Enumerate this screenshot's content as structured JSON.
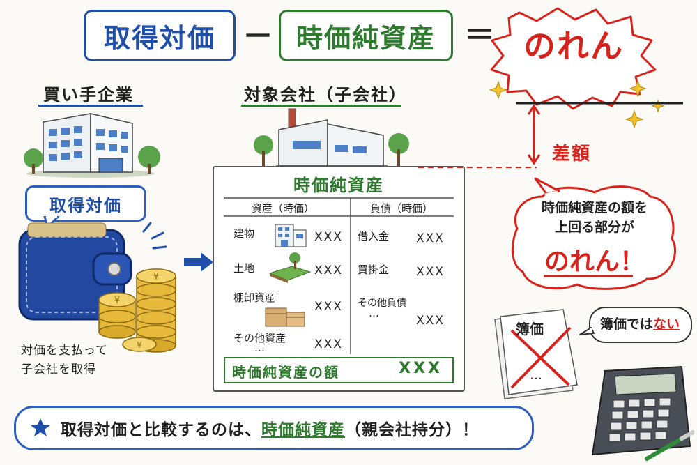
{
  "equation": {
    "acquisition_cost": "取得対価",
    "minus": "－",
    "fair_value_net_assets": "時価純資産",
    "equals": "＝",
    "goodwill": "のれん"
  },
  "buyer": {
    "title": "買い手企業",
    "callout": "取得対価",
    "caption_line1": "対価を支払って",
    "caption_line2": "子会社を取得"
  },
  "target": {
    "title": "対象会社（子会社）"
  },
  "balance_sheet": {
    "title": "時価純資産",
    "assets_header": "資産（時価）",
    "liabilities_header": "負債（時価）",
    "assets": [
      {
        "label": "建物",
        "value": "XXX"
      },
      {
        "label": "土地",
        "value": "XXX"
      },
      {
        "label": "棚卸資産",
        "value": "XXX"
      },
      {
        "label": "その他資産",
        "value": "XXX",
        "ellipsis": "…"
      }
    ],
    "liabilities": [
      {
        "label": "借入金",
        "value": "XXX"
      },
      {
        "label": "買掛金",
        "value": "XXX"
      },
      {
        "label": "その他負債",
        "value": "XXX",
        "ellipsis": "…"
      }
    ],
    "total_label": "時価純資産の額",
    "total_value": "XXX"
  },
  "difference": {
    "label": "差額"
  },
  "explanation": {
    "line1": "時価純資産の額を",
    "line2": "上回る部分が",
    "emphasis": "のれん！"
  },
  "book_value": {
    "doc_label": "簿価",
    "doc_ellipsis": "…",
    "note_prefix": "簿価では",
    "note_emphasis": "ない"
  },
  "summary": {
    "prefix": "取得対価と比較するのは、",
    "highlight": "時価純資産",
    "suffix": "（親会社持分）！"
  },
  "colors": {
    "blue": "#1f4fa8",
    "green": "#2e7a2e",
    "red": "#d8231c"
  }
}
